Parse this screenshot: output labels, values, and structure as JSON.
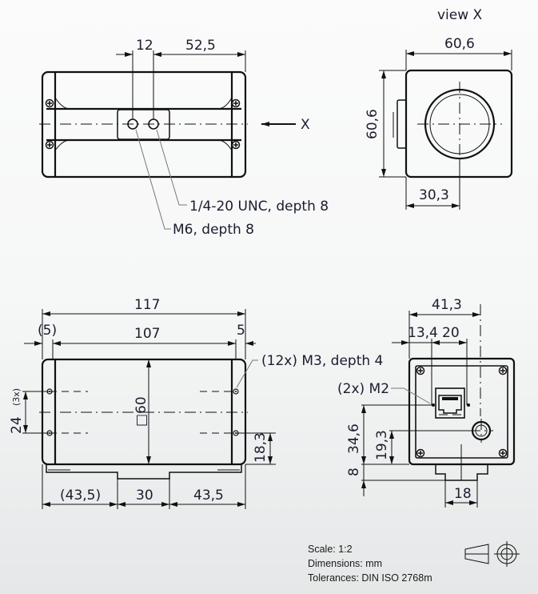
{
  "view_label": "view X",
  "top_view": {
    "dim_hole_spacing": "12",
    "dim_hole_to_end": "52,5",
    "arrow_label": "X",
    "callout_unc": "1/4-20 UNC, depth 8",
    "callout_m6": "M6, depth 8"
  },
  "view_x": {
    "dim_width": "60,6",
    "dim_height": "60,6",
    "dim_center": "30,3"
  },
  "side_view": {
    "dim_total": "117",
    "dim_body": "107",
    "dim_left_cap": "(5)",
    "dim_right_cap": "5",
    "callout_m3": "(12x) M3, depth 4",
    "dim_hole_pitch": "24",
    "dim_hole_pitch_count": "(3x)",
    "dim_square": "□60",
    "dim_hole_height": "18,3",
    "dim_foot_left": "(43,5)",
    "dim_foot": "30",
    "dim_foot_right": "43,5"
  },
  "rear_view": {
    "dim_connector_x": "41,3",
    "dim_rj45_x": "13,4",
    "dim_rj45_spacing": "20",
    "callout_m2": "(2x) M2",
    "dim_rj45_height": "34,6",
    "dim_connector_height": "19,3",
    "dim_foot_height": "8",
    "dim_foot_width": "18"
  },
  "footer": {
    "scale": "Scale: 1:2",
    "dimensions": "Dimensions: mm",
    "tolerances": "Tolerances: DIN ISO 2768m"
  }
}
